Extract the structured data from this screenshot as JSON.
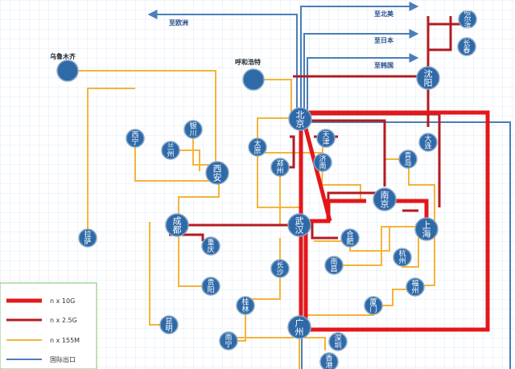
{
  "exits": {
    "europe": "至欧洲",
    "north_america": "至北美",
    "japan": "至日本",
    "korea": "至韩国"
  },
  "outer_labels": {
    "urumqi": "乌鲁木齐",
    "hohhot": "呼和浩特"
  },
  "nodes": {
    "beijing": [
      "北",
      "京"
    ],
    "shenyang": [
      "沈",
      "阳"
    ],
    "harbin": [
      "哈",
      "尔",
      "滨"
    ],
    "changchun": [
      "长",
      "春"
    ],
    "dalian": [
      "大",
      "连"
    ],
    "tianjin": [
      "天",
      "津"
    ],
    "taiyuan": [
      "太",
      "原"
    ],
    "jinan": [
      "济",
      "南"
    ],
    "qingdao": [
      "青",
      "岛"
    ],
    "zhengzhou": [
      "郑",
      "州"
    ],
    "xian": [
      "西",
      "安"
    ],
    "xining": [
      "西",
      "宁"
    ],
    "yinchuan": [
      "银",
      "川"
    ],
    "lanzhou": [
      "兰",
      "州"
    ],
    "nanjing": [
      "南",
      "京"
    ],
    "shanghai": [
      "上",
      "海"
    ],
    "chengdu": [
      "成",
      "都"
    ],
    "wuhan": [
      "武",
      "汉"
    ],
    "hefei": [
      "合",
      "肥"
    ],
    "hangzhou": [
      "杭",
      "州"
    ],
    "chongqing": [
      "重",
      "庆"
    ],
    "changsha": [
      "长",
      "沙"
    ],
    "nanchang": [
      "南",
      "昌"
    ],
    "fuzhou": [
      "福",
      "州"
    ],
    "guiyang": [
      "贵",
      "阳"
    ],
    "guilin": [
      "桂",
      "林"
    ],
    "xiamen": [
      "厦",
      "门"
    ],
    "lhasa": [
      "拉",
      "萨"
    ],
    "kunming": [
      "昆",
      "明"
    ],
    "guangzhou": [
      "广",
      "州"
    ],
    "nanning": [
      "南",
      "宁"
    ],
    "shenzhen": [
      "深",
      "圳"
    ],
    "hongkong": [
      "香",
      "港"
    ],
    "urumqi": [],
    "hohhot": []
  },
  "legend": {
    "items": [
      {
        "label": "n x 10G",
        "color": "#e3171b",
        "width": 5
      },
      {
        "label": "n x 2.5G",
        "color": "#b31b21",
        "width": 3
      },
      {
        "label": "n x 155M",
        "color": "#f4b43a",
        "width": 2
      },
      {
        "label": "国际出口",
        "color": "#4a7eb9",
        "width": 2
      }
    ]
  },
  "colors": {
    "node_fill": "#2f6aa8",
    "node_stroke": "#8aa8c8",
    "line_10g": "#e3171b",
    "line_2_5g": "#b31b21",
    "line_155m": "#f4b43a",
    "line_intl": "#4a7eb9",
    "grid": "#d6e5f5"
  }
}
